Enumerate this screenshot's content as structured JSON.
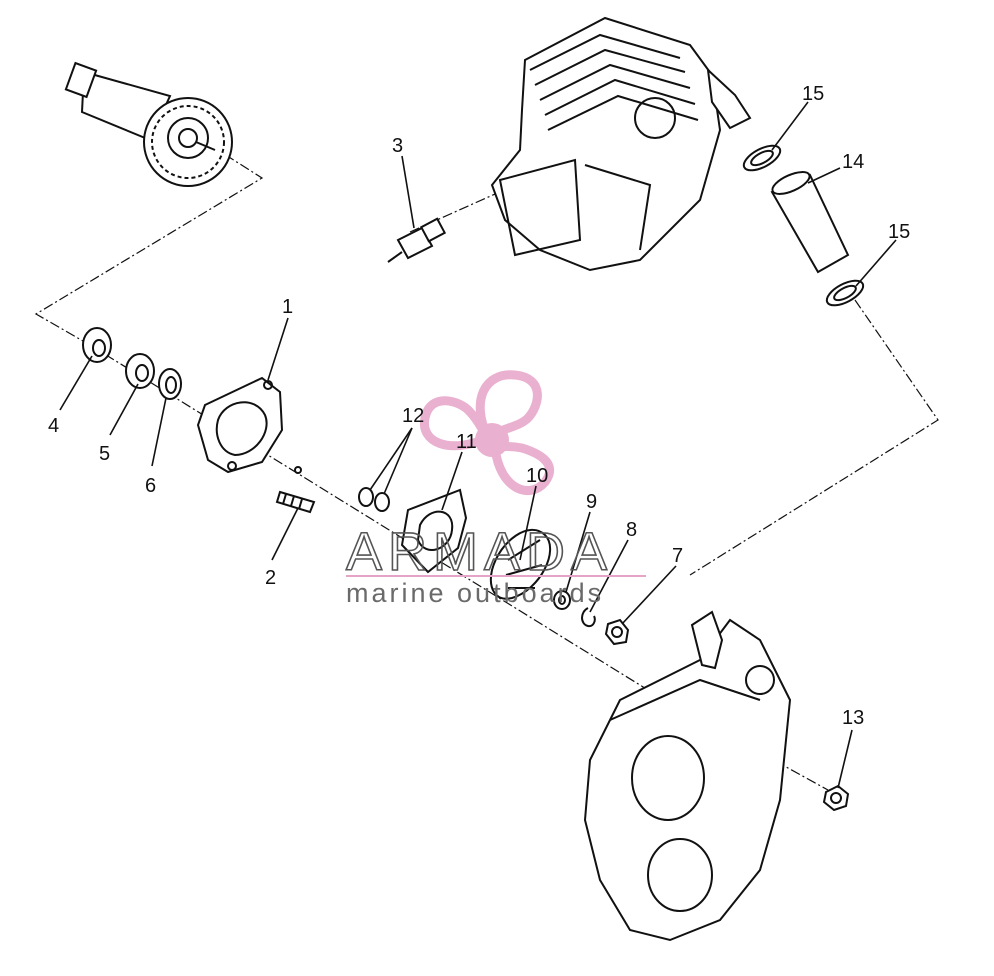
{
  "callouts": {
    "c1": "1",
    "c2": "2",
    "c3": "3",
    "c4": "4",
    "c5": "5",
    "c6": "6",
    "c7": "7",
    "c8": "8",
    "c9": "9",
    "c10": "10",
    "c11": "11",
    "c12": "12",
    "c13": "13",
    "c14": "14",
    "c15a": "15",
    "c15b": "15"
  },
  "watermark": {
    "title": "ARMADA",
    "subtitle": "marine outboards"
  },
  "colors": {
    "line": "#111111",
    "watermark_pink": "#e6a3c8",
    "watermark_text": "#555555",
    "background": "#ffffff"
  }
}
